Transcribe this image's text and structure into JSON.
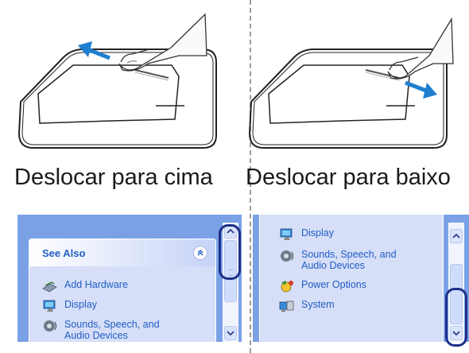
{
  "captions": {
    "scroll_up": "Deslocar para cima",
    "scroll_down": "Deslocar para baixo"
  },
  "left_panel": {
    "title": "See Also",
    "items": [
      {
        "label": "Add Hardware",
        "icon": "add-hardware-icon"
      },
      {
        "label": "Display",
        "icon": "display-icon"
      },
      {
        "label": "Sounds, Speech, and",
        "label2": "Audio Devices",
        "icon": "sounds-icon"
      }
    ]
  },
  "right_panel": {
    "items": [
      {
        "label": "Display",
        "icon": "display-icon"
      },
      {
        "label": "Sounds, Speech, and",
        "label2": "Audio Devices",
        "icon": "sounds-icon"
      },
      {
        "label": "Power Options",
        "icon": "power-options-icon"
      },
      {
        "label": "System",
        "icon": "system-icon"
      }
    ]
  },
  "colors": {
    "arrow": "#1f7fd1",
    "highlight": "#1e2f8a",
    "panel_bg": "#7aa1e6",
    "link": "#215dc6"
  }
}
